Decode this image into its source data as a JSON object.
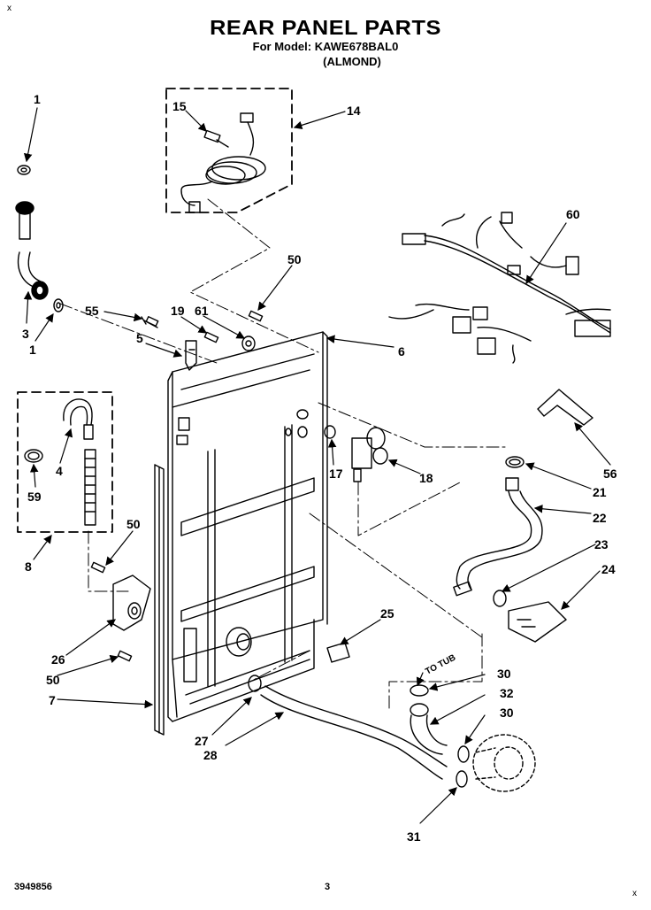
{
  "title": "REAR PANEL PARTS",
  "model_line": "For Model: KAWE678BAL0",
  "color_line": "(ALMOND)",
  "corner_mark": "x",
  "footer": {
    "doc_number": "3949856",
    "page": "3"
  },
  "annotation": "TO TUB",
  "callouts": [
    {
      "id": "c1a",
      "label": "1"
    },
    {
      "id": "c3",
      "label": "3"
    },
    {
      "id": "c1b",
      "label": "1"
    },
    {
      "id": "c15",
      "label": "15"
    },
    {
      "id": "c14",
      "label": "14"
    },
    {
      "id": "c60",
      "label": "60"
    },
    {
      "id": "c50a",
      "label": "50"
    },
    {
      "id": "c55",
      "label": "55"
    },
    {
      "id": "c19",
      "label": "19"
    },
    {
      "id": "c61",
      "label": "61"
    },
    {
      "id": "c5",
      "label": "5"
    },
    {
      "id": "c6",
      "label": "6"
    },
    {
      "id": "c4",
      "label": "4"
    },
    {
      "id": "c59",
      "label": "59"
    },
    {
      "id": "c8",
      "label": "8"
    },
    {
      "id": "c56",
      "label": "56"
    },
    {
      "id": "c17",
      "label": "17"
    },
    {
      "id": "c18",
      "label": "18"
    },
    {
      "id": "c21",
      "label": "21"
    },
    {
      "id": "c22",
      "label": "22"
    },
    {
      "id": "c23",
      "label": "23"
    },
    {
      "id": "c24",
      "label": "24"
    },
    {
      "id": "c50b",
      "label": "50"
    },
    {
      "id": "c26",
      "label": "26"
    },
    {
      "id": "c50c",
      "label": "50"
    },
    {
      "id": "c7",
      "label": "7"
    },
    {
      "id": "c25",
      "label": "25"
    },
    {
      "id": "c30a",
      "label": "30"
    },
    {
      "id": "c32",
      "label": "32"
    },
    {
      "id": "c30b",
      "label": "30"
    },
    {
      "id": "c27",
      "label": "27"
    },
    {
      "id": "c28",
      "label": "28"
    },
    {
      "id": "c31",
      "label": "31"
    }
  ]
}
